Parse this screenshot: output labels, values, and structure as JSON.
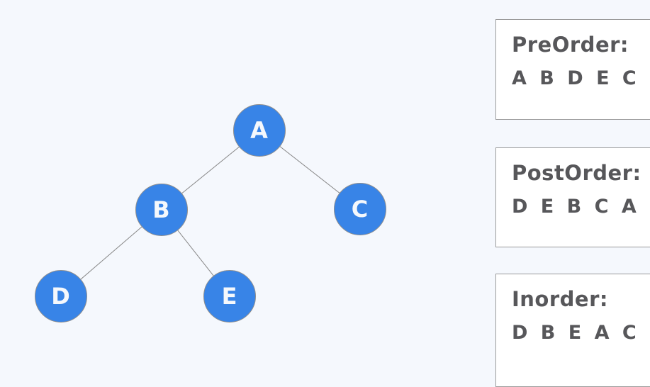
{
  "colors": {
    "background": "#f5f8fd",
    "node_fill": "#3884e7",
    "node_border": "#8e8e8e",
    "edge_line": "#878787",
    "panel_background": "#ffffff",
    "panel_border": "#9a9a9a",
    "label_text": "#57575a",
    "node_text": "#f5f8fc"
  },
  "tree": {
    "nodes": [
      {
        "id": "A",
        "label": "A"
      },
      {
        "id": "B",
        "label": "B"
      },
      {
        "id": "C",
        "label": "C"
      },
      {
        "id": "D",
        "label": "D"
      },
      {
        "id": "E",
        "label": "E"
      }
    ],
    "edges": [
      {
        "from": "A",
        "to": "B"
      },
      {
        "from": "A",
        "to": "C"
      },
      {
        "from": "B",
        "to": "D"
      },
      {
        "from": "B",
        "to": "E"
      }
    ]
  },
  "panels": [
    {
      "title": "PreOrder:",
      "sequence": "A B D E C"
    },
    {
      "title": "PostOrder:",
      "sequence": "D E B C A"
    },
    {
      "title": "Inorder:",
      "sequence": "D B E A C"
    }
  ]
}
